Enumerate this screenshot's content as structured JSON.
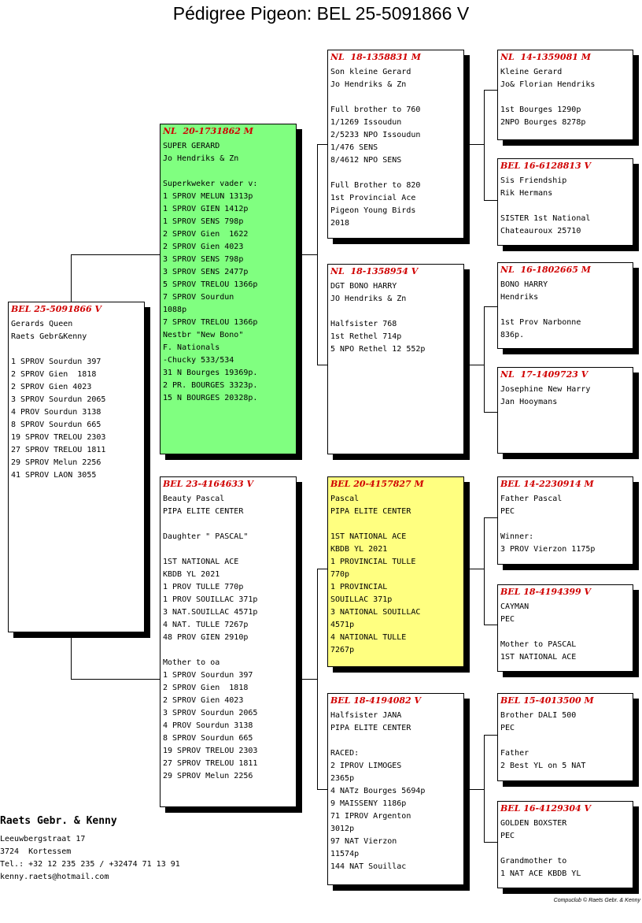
{
  "title": "Pédigree Pigeon: BEL 25-5091866 V",
  "boxes": {
    "subject": {
      "ring": "BEL 25-5091866 V",
      "lines": [
        "Gerards Queen",
        "Raets Gebr&Kenny",
        "",
        "1 SPROV Sourdun 397",
        "2 SPROV Gien  1818",
        "2 SPROV Gien 4023",
        "3 SPROV Sourdun 2065",
        "4 PROV Sourdun 3138",
        "8 SPROV Sourdun 665",
        "19 SPROV TRELOU 2303",
        "27 SPROV TRELOU 1811",
        "29 SPROV Melun 2256",
        "41 SPROV LAON 3055"
      ]
    },
    "sire": {
      "ring": "NL  20-1731862 M",
      "lines": [
        "SUPER GERARD",
        "Jo Hendriks & Zn",
        "",
        "Superkweker vader v:",
        "1 SPROV MELUN 1313p",
        "1 SPROV GIEN 1412p",
        "1 SPROV SENS 798p",
        "2 SPROV Gien  1622",
        "2 SPROV Gien 4023",
        "3 SPROV SENS 798p",
        "3 SPROV SENS 2477p",
        "5 SPROV TRELOU 1366p",
        "7 SPROV Sourdun",
        "1088p",
        "7 SPROV TRELOU 1366p",
        "Nestbr \"New Bono\"",
        "F. Nationals",
        "-Chucky 533/534",
        "31 N Bourges 19369p.",
        "2 PR. BOURGES 3323p.",
        "15 N BOURGES 20328p."
      ]
    },
    "dam": {
      "ring": "BEL 23-4164633 V",
      "lines": [
        "Beauty Pascal",
        "PIPA ELITE CENTER",
        "",
        "Daughter \" PASCAL\"",
        "",
        "1ST NATIONAL ACE",
        "KBDB YL 2021",
        "1 PROV TULLE 770p",
        "1 PROV SOUILLAC 371p",
        "3 NAT.SOUILLAC 4571p",
        "4 NAT. TULLE 7267p",
        "48 PROV GIEN 2910p",
        "",
        "Mother to oa",
        "1 SPROV Sourdun 397",
        "2 SPROV Gien  1818",
        "2 SPROV Gien 4023",
        "3 SPROV Sourdun 2065",
        "4 PROV Sourdun 3138",
        "8 SPROV Sourdun 665",
        "19 SPROV TRELOU 2303",
        "27 SPROV TRELOU 1811",
        "29 SPROV Melun 2256"
      ]
    },
    "ss": {
      "ring": "NL  18-1358831 M",
      "lines": [
        "Son kleine Gerard",
        "Jo Hendriks & Zn",
        "",
        "Full brother to 760",
        "1/1269 Issoudun",
        "2/5233 NPO Issoudun",
        "1/476 SENS",
        "8/4612 NPO SENS",
        "",
        "Full Brother to 820",
        "1st Provincial Ace",
        "Pigeon Young Birds",
        "2018"
      ]
    },
    "sd": {
      "ring": "NL  18-1358954 V",
      "lines": [
        "DGT BONO HARRY",
        "JO Hendriks & Zn",
        "",
        "Halfsister 768",
        "1st Rethel 714p",
        "5 NPO Rethel 12 552p"
      ]
    },
    "ds": {
      "ring": "BEL 20-4157827 M",
      "lines": [
        "Pascal",
        "PIPA ELITE CENTER",
        "",
        "1ST NATIONAL ACE",
        "KBDB YL 2021",
        "1 PROVINCIAL TULLE",
        "770p",
        "1 PROVINCIAL",
        "SOUILLAC 371p",
        "3 NATIONAL SOUILLAC",
        "4571p",
        "4 NATIONAL TULLE",
        "7267p"
      ]
    },
    "dd": {
      "ring": "BEL 18-4194082 V",
      "lines": [
        "Halfsister JANA",
        "PIPA ELITE CENTER",
        "",
        "RACED:",
        "2 IPROV LIMOGES",
        "2365p",
        "4 NATz Bourges 5694p",
        "9 MAISSENY 1186p",
        "71 IPROV Argenton",
        "3012p",
        "97 NAT Vierzon",
        "11574p",
        "144 NAT Souillac"
      ]
    },
    "sss": {
      "ring": "NL  14-1359081 M",
      "lines": [
        "Kleine Gerard",
        "Jo& Florian Hendriks",
        "",
        "1st Bourges 1290p",
        "2NPO Bourges 8278p"
      ]
    },
    "ssd": {
      "ring": "BEL 16-6128813 V",
      "lines": [
        "Sis Friendship",
        "Rik Hermans",
        "",
        "SISTER 1st National",
        "Chateauroux 25710"
      ]
    },
    "sds": {
      "ring": "NL  16-1802665 M",
      "lines": [
        "BONO HARRY",
        "Hendriks",
        "",
        "1st Prov Narbonne",
        "836p."
      ]
    },
    "sdd": {
      "ring": "NL  17-1409723 V",
      "lines": [
        "Josephine New Harry",
        "Jan Hooymans"
      ]
    },
    "dss": {
      "ring": "BEL 14-2230914 M",
      "lines": [
        "Father Pascal",
        "PEC",
        "",
        "Winner:",
        "3 PROV Vierzon 1175p"
      ]
    },
    "dsd": {
      "ring": "BEL 18-4194399 V",
      "lines": [
        "CAYMAN",
        "PEC",
        "",
        "Mother to PASCAL",
        "1ST NATIONAL ACE"
      ]
    },
    "dds": {
      "ring": "BEL 15-4013500 M",
      "lines": [
        "Brother DALI 500",
        "PEC",
        "",
        "Father",
        "2 Best YL on 5 NAT"
      ]
    },
    "ddd": {
      "ring": "BEL 16-4129304 V",
      "lines": [
        "GOLDEN BOXSTER",
        "PEC",
        "",
        "Grandmother to",
        "1 NAT ACE KBDB YL"
      ]
    }
  },
  "owner": {
    "name": "Raets Gebr. & Kenny",
    "lines": [
      "Leeuwbergstraat 17",
      "3724  Kortessem",
      "Tel.: +32 12 235 235 / +32474 71 13 91",
      "kenny.raets@hotmail.com"
    ]
  },
  "footer": "Compuclub © Raets Gebr. & Kenny",
  "colors": {
    "ring": "#d00000",
    "sire_bg": "#80ff80",
    "dam_sire_bg": "#ffff80",
    "shadow": "#000000"
  }
}
